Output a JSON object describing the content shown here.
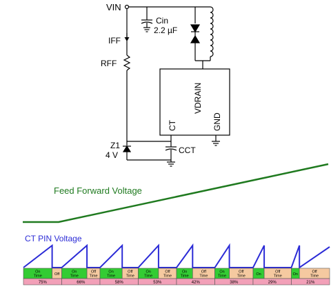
{
  "schematic": {
    "vin": "VIN",
    "cin": "Cin",
    "cin_value": "2.2 µF",
    "iff": "IFF",
    "rff": "RFF",
    "vdrain": "VDRAIN",
    "ct": "CT",
    "gnd": "GND",
    "z1": "Z1",
    "z1_value": "4 V",
    "cct": "CCT"
  },
  "waveforms": {
    "feed_forward_label": "Feed Forward Voltage",
    "ct_pin_label": "CT PIN Voltage",
    "colors": {
      "feed_forward": "#1f7a1f",
      "ct_pin": "#2b2bd6",
      "on": "#33cc33",
      "off": "#f5c9a0",
      "duty": "#f2a0b8"
    }
  },
  "cycles": [
    {
      "cells": [
        {
          "label": "On\nTime",
          "state": "on",
          "frac": 0.75
        },
        {
          "label": "Off",
          "state": "off",
          "frac": 0.25
        }
      ],
      "duty": "75%"
    },
    {
      "cells": [
        {
          "label": "On\nTime",
          "state": "on",
          "frac": 0.66
        },
        {
          "label": "Off\nTime",
          "state": "off",
          "frac": 0.34
        }
      ],
      "duty": "66%"
    },
    {
      "cells": [
        {
          "label": "On\nTime",
          "state": "on",
          "frac": 0.58
        },
        {
          "label": "Off\nTime",
          "state": "off",
          "frac": 0.42
        }
      ],
      "duty": "58%"
    },
    {
      "cells": [
        {
          "label": "On\nTime",
          "state": "on",
          "frac": 0.53
        },
        {
          "label": "Off\nTime",
          "state": "off",
          "frac": 0.47
        }
      ],
      "duty": "53%"
    },
    {
      "cells": [
        {
          "label": "On\nTime",
          "state": "on",
          "frac": 0.42
        },
        {
          "label": "Off\nTime",
          "state": "off",
          "frac": 0.58
        }
      ],
      "duty": "42%"
    },
    {
      "cells": [
        {
          "label": "On\nTime",
          "state": "on",
          "frac": 0.38
        },
        {
          "label": "Off\nTime",
          "state": "off",
          "frac": 0.62
        }
      ],
      "duty": "38%"
    },
    {
      "cells": [
        {
          "label": "On",
          "state": "on",
          "frac": 0.29
        },
        {
          "label": "Off\nTime",
          "state": "off",
          "frac": 0.71
        }
      ],
      "duty": "29%"
    },
    {
      "cells": [
        {
          "label": "On",
          "state": "on",
          "frac": 0.21
        },
        {
          "label": "Off\nTime",
          "state": "off",
          "frac": 0.79
        }
      ],
      "duty": "21%"
    }
  ]
}
